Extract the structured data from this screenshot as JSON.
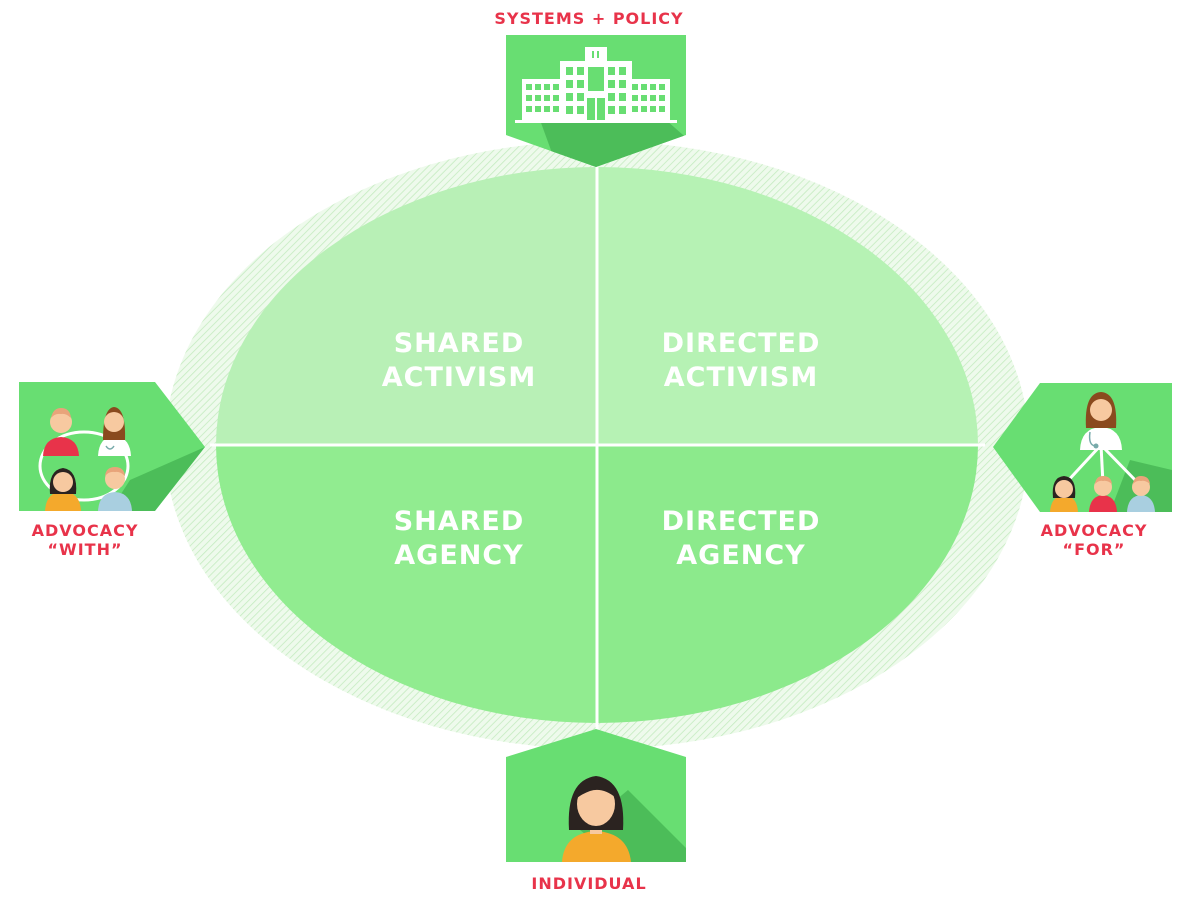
{
  "labels": {
    "top": "SYSTEMS + POLICY",
    "bottom": "INDIVIDUAL",
    "left_line1": "ADVOCACY",
    "left_line2": "“WITH”",
    "right_line1": "ADVOCACY",
    "right_line2": "“FOR”"
  },
  "quadrants": {
    "top_left": {
      "line1": "SHARED",
      "line2": "ACTIVISM"
    },
    "top_right": {
      "line1": "DIRECTED",
      "line2": "ACTIVISM"
    },
    "bottom_left": {
      "line1": "SHARED",
      "line2": "AGENCY"
    },
    "bottom_right": {
      "line1": "DIRECTED",
      "line2": "AGENCY"
    }
  },
  "icons": {
    "top": "hospital-building-icon",
    "bottom": "person-icon",
    "left": "group-with-doctor-icon",
    "right": "doctor-for-patients-icon"
  },
  "colors": {
    "label_red": "#e8334a",
    "quadrant_top": "#b8f0b6",
    "quadrant_bottom": "#8eec8e",
    "badge_green": "#68de72",
    "badge_shadow": "#4cbd59",
    "ring_hatch": "#d5f2d2",
    "quadrant_text": "#ffffff"
  }
}
